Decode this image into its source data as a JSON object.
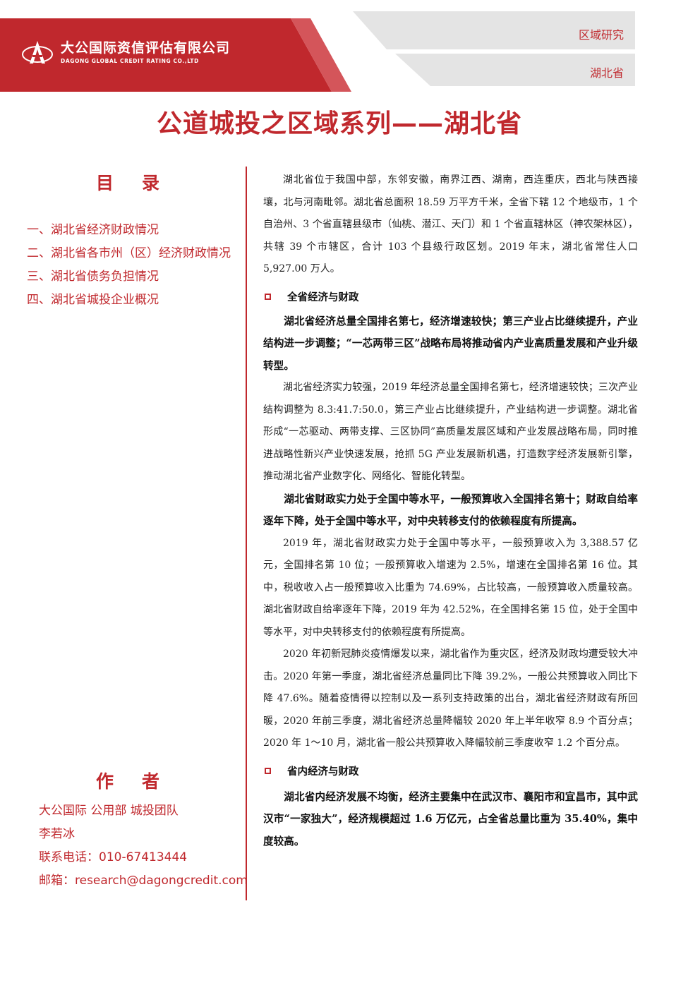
{
  "header": {
    "company_cn": "大公国际资信评估有限公司",
    "company_en": "DAGONG GLOBAL CREDIT RATING CO.,LTD",
    "tag_category": "区域研究",
    "tag_region": "湖北省",
    "brand_color": "#c0282d"
  },
  "title": "公道城投之区域系列——湖北省",
  "toc": {
    "heading": "目录",
    "items": [
      "一、湖北省经济财政情况",
      "二、湖北省各市州（区）经济财政情况",
      "三、湖北省债务负担情况",
      "四、湖北省城投企业概况"
    ]
  },
  "author": {
    "heading": "作者",
    "team": "大公国际 公用部 城投团队",
    "name": "李若冰",
    "phone": "联系电话：010-67413444",
    "email": "邮箱：research@dagongcredit.com"
  },
  "body": {
    "intro": "湖北省位于我国中部，东邻安徽，南界江西、湖南，西连重庆，西北与陕西接壤，北与河南毗邻。湖北省总面积 18.59 万平方千米，全省下辖 12 个地级市，1 个自治州、3 个省直辖县级市（仙桃、潜江、天门）和 1 个省直辖林区（神农架林区），共辖 39 个市辖区，合计 103 个县级行政区划。2019 年末，湖北省常住人口 5,927.00 万人。",
    "section1_title": "全省经济与财政",
    "s1_bold1": "湖北省经济总量全国排名第七，经济增速较快；第三产业占比继续提升，产业结构进一步调整；“一芯两带三区”战略布局将推动省内产业高质量发展和产业升级转型。",
    "s1_p1": "湖北省经济实力较强，2019 年经济总量全国排名第七，经济增速较快；三次产业结构调整为 8.3:41.7:50.0，第三产业占比继续提升，产业结构进一步调整。湖北省形成“一芯驱动、两带支撑、三区协同”高质量发展区域和产业发展战略布局，同时推进战略性新兴产业快速发展，抢抓 5G 产业发展新机遇，打造数字经济发展新引擎，推动湖北省产业数字化、网络化、智能化转型。",
    "s1_bold2": "湖北省财政实力处于全国中等水平，一般预算收入全国排名第十；财政自给率逐年下降，处于全国中等水平，对中央转移支付的依赖程度有所提高。",
    "s1_p2": "2019 年，湖北省财政实力处于全国中等水平，一般预算收入为 3,388.57 亿元，全国排名第 10 位；一般预算收入增速为 2.5%，增速在全国排名第 16 位。其中，税收收入占一般预算收入比重为 74.69%，占比较高，一般预算收入质量较高。湖北省财政自给率逐年下降，2019 年为 42.52%，在全国排名第 15 位，处于全国中等水平，对中央转移支付的依赖程度有所提高。",
    "s1_p3": "2020 年初新冠肺炎疫情爆发以来，湖北省作为重灾区，经济及财政均遭受较大冲击。2020 年第一季度，湖北省经济总量同比下降 39.2%，一般公共预算收入同比下降 47.6%。随着疫情得以控制以及一系列支持政策的出台，湖北省经济财政有所回暖，2020 年前三季度，湖北省经济总量降幅较 2020 年上半年收窄 8.9 个百分点；2020 年 1～10 月，湖北省一般公共预算收入降幅较前三季度收窄 1.2 个百分点。",
    "section2_title": "省内经济与财政",
    "s2_bold1": "湖北省内经济发展不均衡，经济主要集中在武汉市、襄阳市和宜昌市，其中武汉市“一家独大”，经济规模超过 1.6 万亿元，占全省总量比重为 35.40%，集中度较高。"
  }
}
